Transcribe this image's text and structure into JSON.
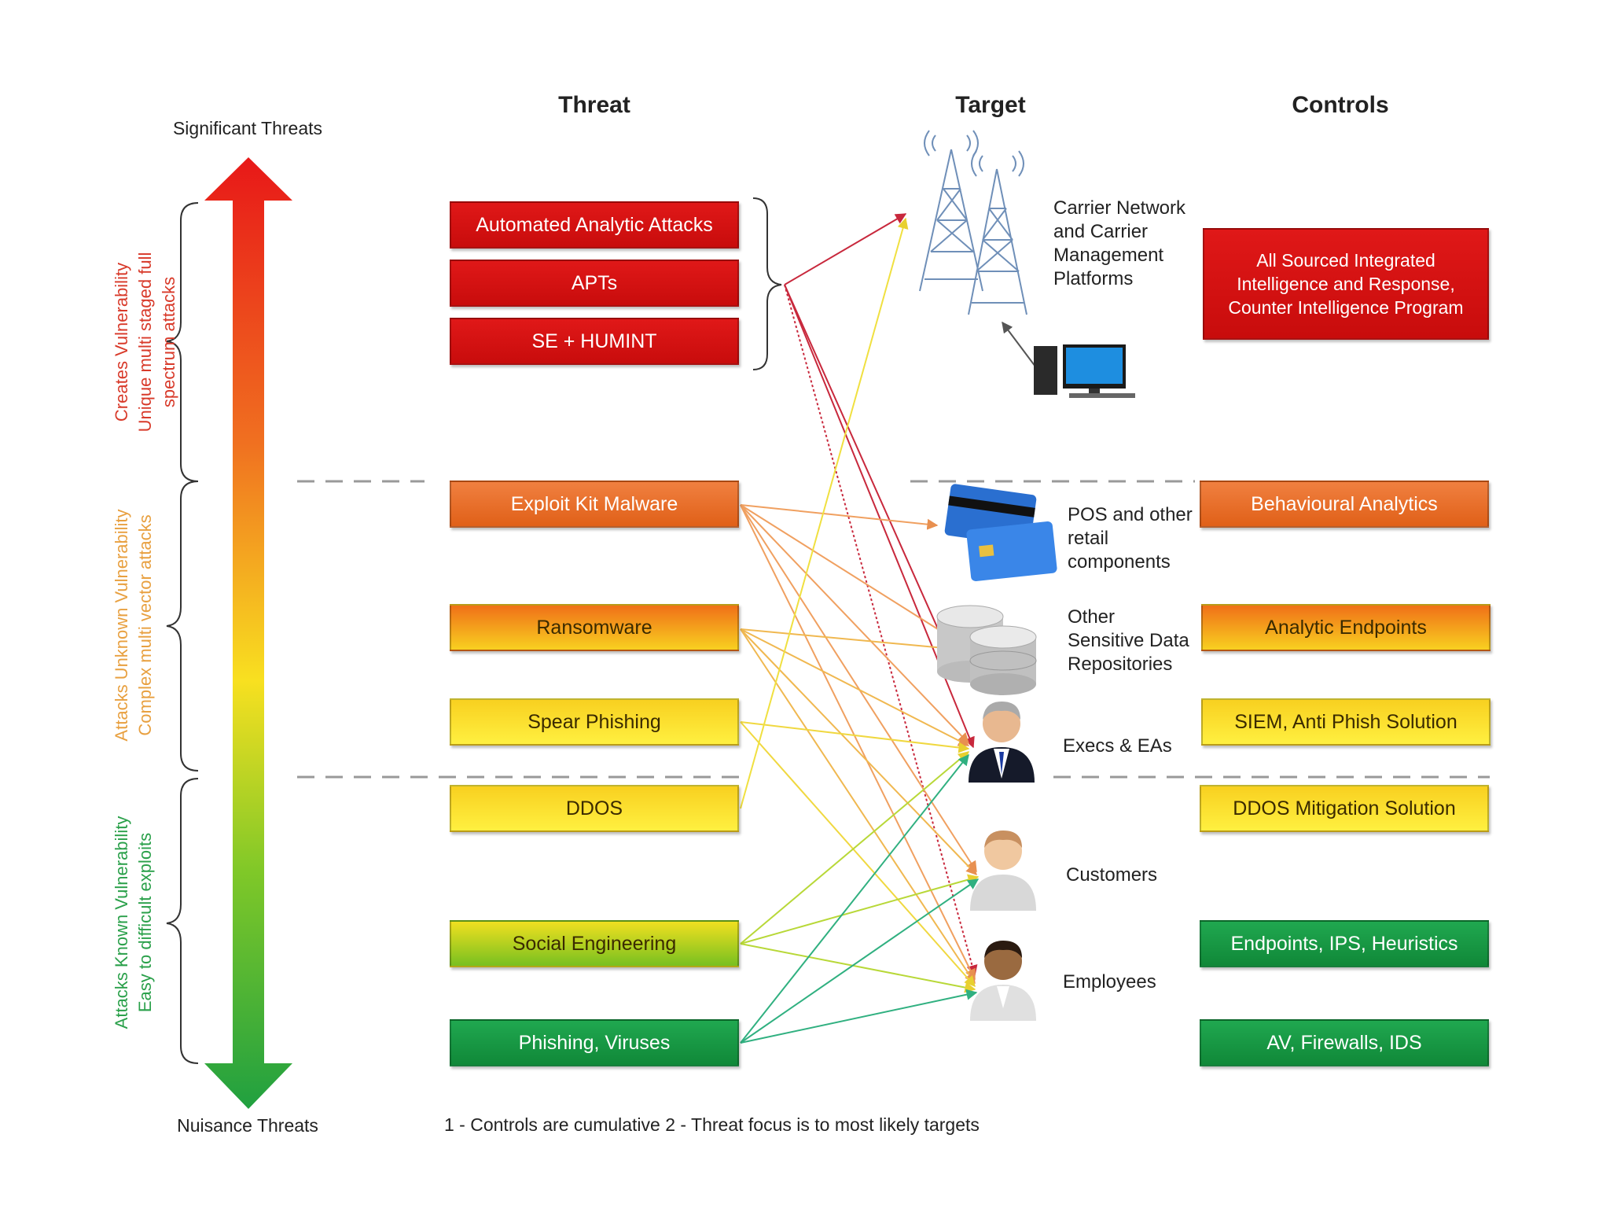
{
  "headers": {
    "threat": "Threat",
    "target": "Target",
    "controls": "Controls"
  },
  "scale": {
    "top": "Significant Threats",
    "bottom": "Nuisance Threats"
  },
  "side_groups": [
    {
      "line1": "Creates Vulnerability",
      "line2": "Unique multi staged full",
      "line3": "spectrum attacks",
      "color": "#d83a2a"
    },
    {
      "line1": "Attacks Unknown Vulnerability",
      "line2": "Complex multi vector attacks",
      "line3": "",
      "color": "#e8a040"
    },
    {
      "line1": "Attacks Known Vulnerability",
      "line2": "Easy to difficult exploits",
      "line3": "",
      "color": "#2aa04a"
    }
  ],
  "threats": [
    {
      "label": "Automated Analytic Attacks",
      "color_top": "#e01818",
      "color_bottom": "#c80c0c"
    },
    {
      "label": "APTs",
      "color_top": "#e01818",
      "color_bottom": "#c80c0c"
    },
    {
      "label": "SE + HUMINT",
      "color_top": "#e01818",
      "color_bottom": "#c80c0c"
    },
    {
      "label": "Exploit Kit Malware",
      "color_top": "#f08040",
      "color_bottom": "#e06018"
    },
    {
      "label": "Ransomware",
      "color_top": "#f07018",
      "color_bottom": "#f8d020"
    },
    {
      "label": "Spear Phishing",
      "color_top": "#f8d020",
      "color_bottom": "#fff040"
    },
    {
      "label": "DDOS",
      "color_top": "#f8d020",
      "color_bottom": "#fff040"
    },
    {
      "label": "Social Engineering",
      "color_top": "#f0e020",
      "color_bottom": "#78c020"
    },
    {
      "label": "Phishing, Viruses",
      "color_top": "#20a850",
      "color_bottom": "#108838"
    }
  ],
  "targets": [
    {
      "label": "Carrier Network and Carrier Management Platforms",
      "icon": "cell-tower-icon"
    },
    {
      "label": "POS and other retail components",
      "icon": "credit-card-icon"
    },
    {
      "label": "Other Sensitive Data Repositories",
      "icon": "database-icon"
    },
    {
      "label": "Execs & EAs",
      "icon": "executive-person-icon"
    },
    {
      "label": "Customers",
      "icon": "customer-person-icon"
    },
    {
      "label": "Employees",
      "icon": "employee-person-icon"
    }
  ],
  "controls": [
    {
      "label": "All Sourced Integrated Intelligence and Response, Counter Intelligence Program",
      "color_top": "#e01818",
      "color_bottom": "#c80c0c"
    },
    {
      "label": "Behavioural Analytics",
      "color_top": "#f08040",
      "color_bottom": "#e06018"
    },
    {
      "label": "Analytic Endpoints",
      "color_top": "#f07018",
      "color_bottom": "#f8d020"
    },
    {
      "label": "SIEM, Anti Phish Solution",
      "color_top": "#f8d020",
      "color_bottom": "#fff040"
    },
    {
      "label": "DDOS Mitigation Solution",
      "color_top": "#f8d020",
      "color_bottom": "#fff040"
    },
    {
      "label": "Endpoints, IPS, Heuristics",
      "color_top": "#20a850",
      "color_bottom": "#108838"
    },
    {
      "label": "AV, Firewalls, IDS",
      "color_top": "#20a850",
      "color_bottom": "#108838"
    }
  ],
  "footnote": "1 - Controls are cumulative 2 - Threat focus is to most likely targets",
  "colors": {
    "red_line": "#c8283c",
    "orange_line": "#f0a060",
    "yellow_line": "#f0e040",
    "green_line": "#30b080",
    "divider": "#999999"
  }
}
